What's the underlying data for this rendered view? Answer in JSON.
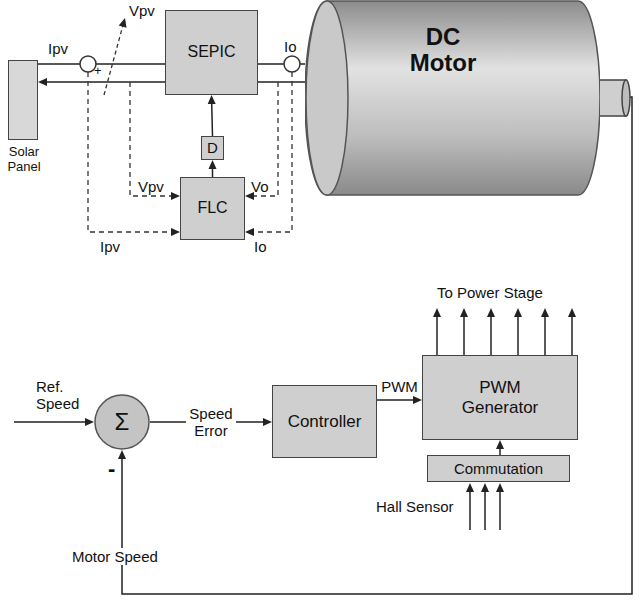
{
  "diagram": {
    "nodes": [
      {
        "text": [
          "Solar Panel"
        ]
      },
      {
        "text": [
          "SEPIC"
        ]
      },
      {
        "text": [
          "D"
        ]
      },
      {
        "text": [
          "FLC"
        ]
      },
      {
        "text": [
          "DC Motor"
        ]
      },
      {
        "text": [
          "Σ"
        ]
      },
      {
        "text": [
          "Controller"
        ]
      },
      {
        "text": [
          "PWM Generator"
        ]
      },
      {
        "text": [
          "Commutation"
        ]
      }
    ],
    "edges": [
      {
        "from": 0,
        "to": 1,
        "arrow": "none"
      },
      {
        "from": 1,
        "to": 0,
        "arrow": "to"
      },
      {
        "from": 1,
        "to": 4,
        "arrow": "none"
      },
      {
        "from": 1,
        "to": 4,
        "arrow": "none"
      },
      {
        "from": 2,
        "to": 1,
        "arrow": "to"
      },
      {
        "from": 3,
        "to": 2,
        "arrow": "to"
      },
      {
        "from": 5,
        "to": 6,
        "label": "Speed Error",
        "arrow": "to"
      },
      {
        "from": 6,
        "to": 7,
        "label": "PWM",
        "arrow": "to"
      },
      {
        "from": 8,
        "to": 7,
        "arrow": "to"
      },
      {
        "from": 4,
        "to": 5,
        "arrow": "to"
      }
    ],
    "labels": [
      "Ipv",
      "Vpv",
      "+",
      "Io",
      "Vpv",
      "Vo",
      "Ipv",
      "Io",
      "To Power Stage",
      "Ref. Speed",
      "-",
      "Motor Speed",
      "Hall Sensor"
    ]
  }
}
